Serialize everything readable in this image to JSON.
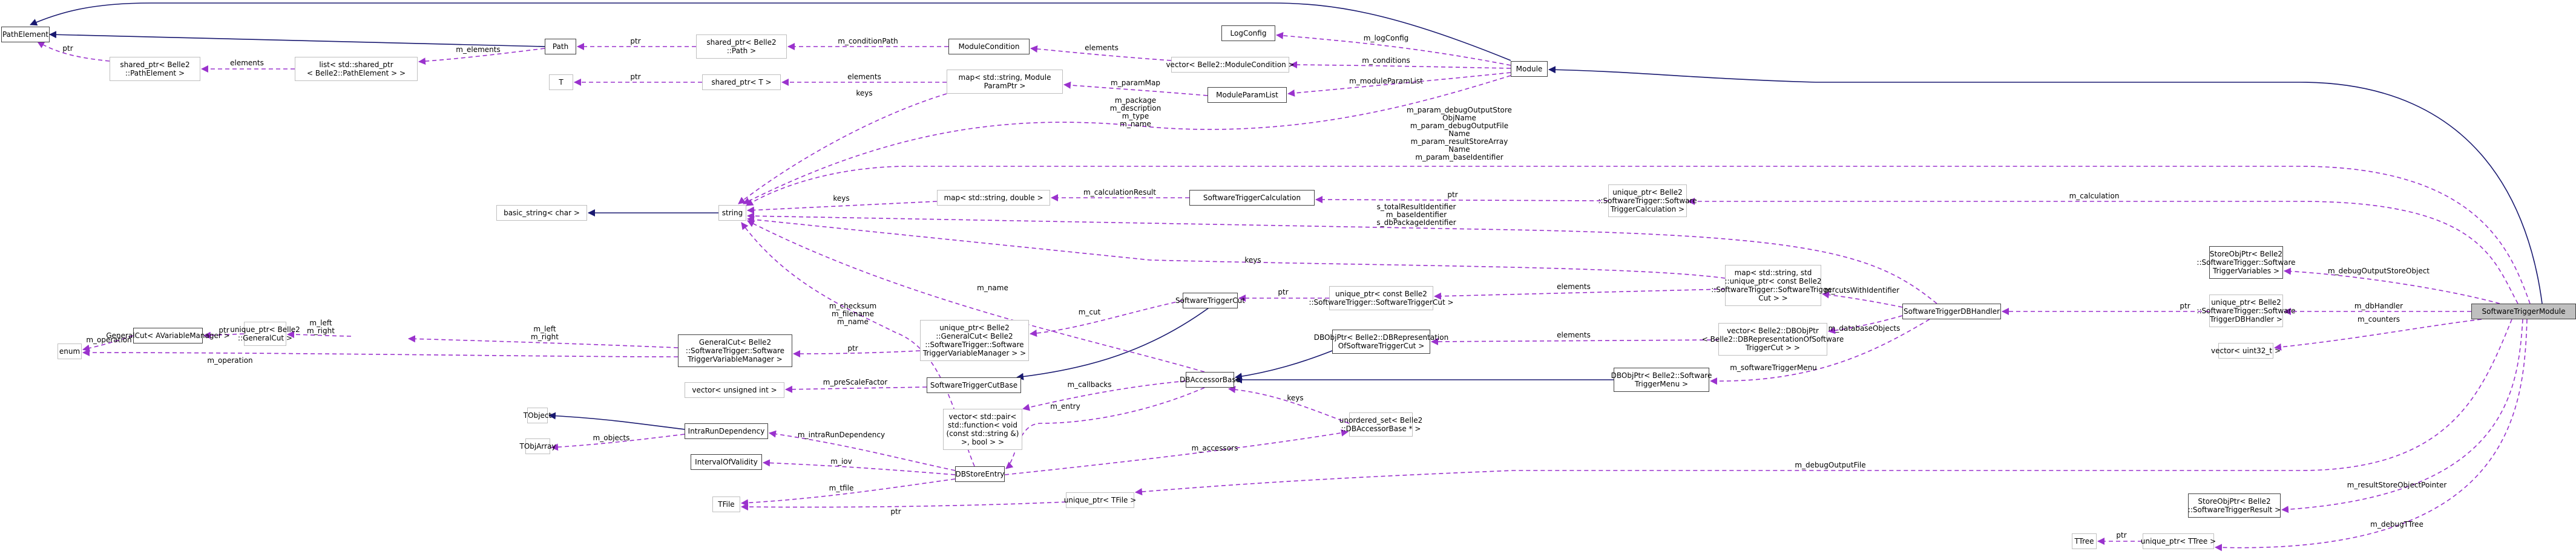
{
  "diagram": {
    "title": "Collaboration graph for SoftwareTriggerModule",
    "colors": {
      "inheritance_edge": "#191970",
      "usage_edge": "#9a32cd",
      "focus_node_fill": "#bfbfbf",
      "documented_border": "#404040",
      "undocumented_border": "#bfbfbf"
    },
    "nodes": {
      "software_trigger_module": "SoftwareTriggerModule",
      "module": "Module",
      "path_element": "PathElement",
      "path": "Path",
      "shared_ptr_path_element": "shared_ptr< Belle2\n::PathElement >",
      "list_shared_ptr_path_element": "list< std::shared_ptr\n< Belle2::PathElement > >",
      "shared_ptr_path": "shared_ptr< Belle2\n::Path >",
      "module_condition": "ModuleCondition",
      "vector_module_condition": "vector< Belle2::ModuleCondition >",
      "log_config": "LogConfig",
      "t": "T",
      "shared_ptr_t": "shared_ptr< T >",
      "map_module_param_ptr": "map< std::string, Module\nParamPtr >",
      "module_param_list": "ModuleParamList",
      "basic_string_char": "basic_string< char >",
      "string": "string",
      "map_string_double": "map< std::string, double >",
      "software_trigger_calculation": "SoftwareTriggerCalculation",
      "unique_ptr_software_trigger_calculation": "unique_ptr< Belle2\n::SoftwareTrigger::Software\nTriggerCalculation >",
      "store_obj_ptr_variables": "StoreObjPtr< Belle2\n::SoftwareTrigger::Software\nTriggerVariables >",
      "unique_ptr_db_handler": "unique_ptr< Belle2\n::SoftwareTrigger::Software\nTriggerDBHandler >",
      "vector_uint32": "vector< uint32_t >",
      "software_trigger_db_handler": "SoftwareTriggerDBHandler",
      "map_cuts_with_identifier": "map< std::string, std\n::unique_ptr< const Belle2\n::SoftwareTrigger::SoftwareTrigger\nCut > >",
      "unique_ptr_const_cut": "unique_ptr< const Belle2\n::SoftwareTrigger::SoftwareTriggerCut >",
      "software_trigger_cut": "SoftwareTriggerCut",
      "vector_dbobjptr_representation": "vector< Belle2::DBObjPtr\n< Belle2::DBRepresentationOfSoftware\nTriggerCut > >",
      "dbobjptr_representation": "DBObjPtr< Belle2::DBRepresentation\nOfSoftwareTriggerCut >",
      "dbobjptr_menu": "DBObjPtr< Belle2::Software\nTriggerMenu >",
      "db_accessor_base": "DBAccessorBase",
      "unordered_set_accessor": "unordered_set< Belle2\n::DBAccessorBase * >",
      "enum": "enum",
      "general_cut_avariable": "GeneralCut< AVariableManager >",
      "unique_ptr_general_cut": "unique_ptr< Belle2\n::GeneralCut >",
      "general_cut_stvm": "GeneralCut< Belle2\n::SoftwareTrigger::Software\nTriggerVariableManager >",
      "unique_ptr_general_cut_stvm": "unique_ptr< Belle2\n::GeneralCut< Belle2\n::SoftwareTrigger::Software\nTriggerVariableManager > >",
      "vector_unsigned_int": "vector< unsigned int >",
      "software_trigger_cut_base": "SoftwareTriggerCutBase",
      "vector_pair_function": "vector< std::pair<\nstd::function< void\n(const std::string &)\n>, bool > >",
      "tobject": "TObject",
      "tobjarray": "TObjArray",
      "intra_run_dependency": "IntraRunDependency",
      "interval_of_validity": "IntervalOfValidity",
      "db_store_entry": "DBStoreEntry",
      "tfile": "TFile",
      "unique_ptr_tfile": "unique_ptr< TFile >",
      "store_obj_ptr_result": "StoreObjPtr< Belle2\n::SoftwareTriggerResult >",
      "ttree": "TTree",
      "unique_ptr_ttree": "unique_ptr< TTree >"
    },
    "edge_labels": {
      "ptr_path_element": "ptr",
      "elements_path_element": "elements",
      "m_elements": "m_elements",
      "ptr_path": "ptr",
      "m_condition_path": "m_conditionPath",
      "elements_module_condition": "elements",
      "m_log_config": "m_logConfig",
      "m_conditions": "m_conditions",
      "m_module_param_list": "m_moduleParamList",
      "ptr_t": "ptr",
      "elements_shared_ptr_t": "elements",
      "keys_param_map": "keys",
      "m_param_map": "m_paramMap",
      "module_strings": "m_package\nm_description\nm_type\nm_name",
      "module_params": "m_param_debugOutputStore\nObjName\nm_param_debugOutputFile\nName\nm_param_resultStoreArray\nName\nm_param_baseIdentifier",
      "keys_calc_result": "keys",
      "m_calculation_result": "m_calculationResult",
      "ptr_calculation": "ptr",
      "m_calculation": "m_calculation",
      "db_handler_identifiers": "s_totalResultIdentifier\nm_baseIdentifier\ns_dbPackageIdentifier",
      "m_debug_output_store_object": "m_debugOutputStoreObject",
      "ptr_db_handler": "ptr",
      "m_db_handler": "m_dbHandler",
      "m_counters": "m_counters",
      "keys_cuts": "keys",
      "elements_cuts": "elements",
      "m_cuts_with_identifier": "m_cutsWithIdentifier",
      "ptr_cut": "ptr",
      "m_database_objects": "m_databaseObjects",
      "elements_db_objects": "elements",
      "m_software_trigger_menu": "m_softwareTriggerMenu",
      "m_name_accessor": "m_name",
      "m_cut": "m_cut",
      "keys_accessor": "keys",
      "m_callbacks": "m_callbacks",
      "m_entry": "m_entry",
      "m_accessors": "m_accessors",
      "m_operation_1": "m_operation",
      "m_operation_2": "m_operation",
      "ptr_general_cut": "ptr",
      "m_left_right_1": "m_left\nm_right",
      "m_left_right_2": "m_left\nm_right",
      "ptr_general_cut_stvm": "ptr",
      "db_entry_strings": "m_checksum\nm_filename\nm_name",
      "m_pre_scale_factor": "m_preScaleFactor",
      "m_objects": "m_objects",
      "m_intra_run_dependency": "m_intraRunDependency",
      "m_iov": "m_iov",
      "m_tfile": "m_tfile",
      "ptr_tfile": "ptr",
      "m_debug_output_file": "m_debugOutputFile",
      "m_result_store_object_pointer": "m_resultStoreObjectPointer",
      "m_debug_ttree": "m_debugTTree",
      "ptr_ttree": "ptr"
    }
  }
}
